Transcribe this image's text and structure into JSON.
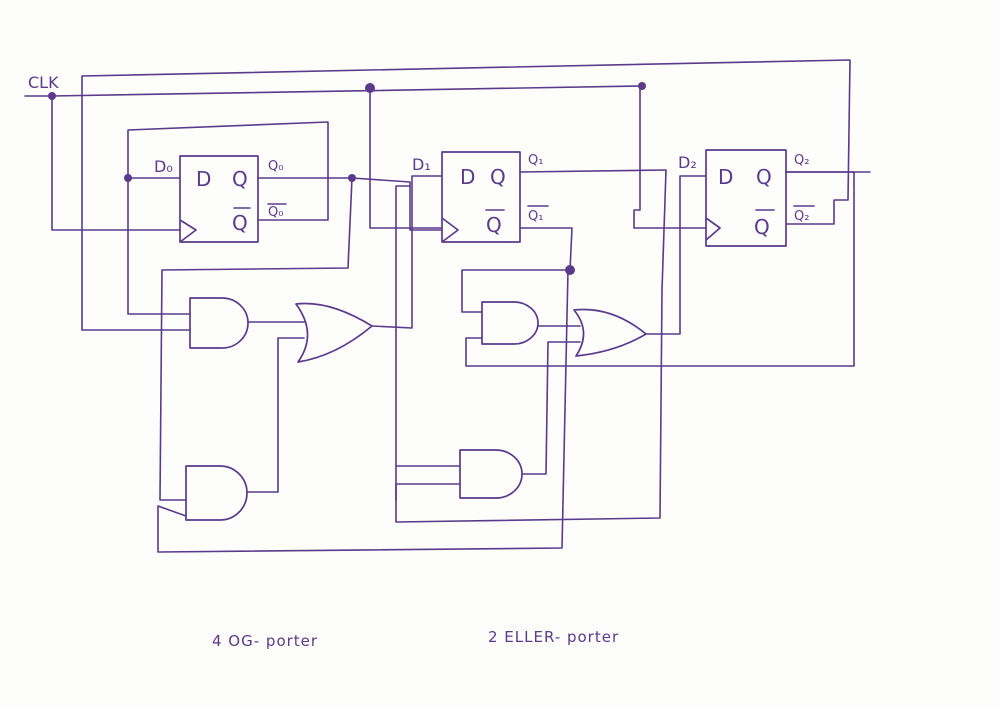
{
  "colors": {
    "ink": "#5b3a8c",
    "paper": "#fdfdfc"
  },
  "clock": {
    "label": "CLK"
  },
  "flipflops": [
    {
      "id": "ff0",
      "d_in": "D₀",
      "d_pin": "D",
      "q_pin": "Q",
      "qbar_pin": "Q",
      "q_out": "Q₀",
      "qbar_out": "Q₀"
    },
    {
      "id": "ff1",
      "d_in": "D₁",
      "d_pin": "D",
      "q_pin": "Q",
      "qbar_pin": "Q",
      "q_out": "Q₁",
      "qbar_out": "Q₁"
    },
    {
      "id": "ff2",
      "d_in": "D₂",
      "d_pin": "D",
      "q_pin": "Q",
      "qbar_pin": "Q",
      "q_out": "Q₂",
      "qbar_out": "Q₂"
    }
  ],
  "gates": {
    "and_count": 4,
    "or_count": 2
  },
  "notes": {
    "and_gates": "4  OG- porter",
    "or_gates": "2  ELLER- porter"
  }
}
